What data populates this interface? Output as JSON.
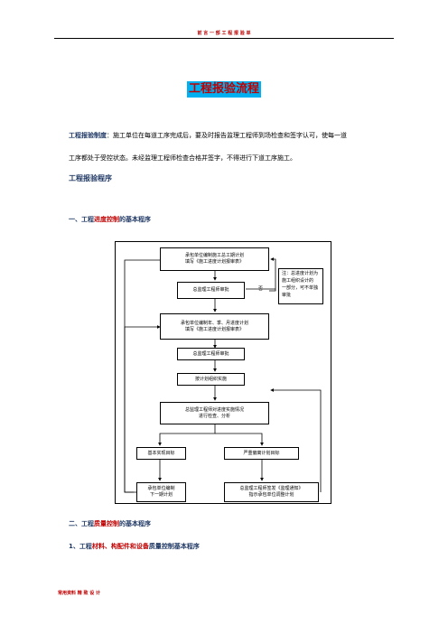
{
  "header": {
    "text": "前 言 一 部 工 程 报 验 单",
    "footer": "常用资料 精 致 设 计"
  },
  "title": "工程报验流程",
  "intro": {
    "term": "工程报验制度",
    "line1": "：施工单位在每道工序完成后，要及时报告监理工程师到场检查和签字认可，使每一道",
    "line2": "工序都处于受控状态。未经监理工程师检查合格并签字，不得进行下道工序施工。"
  },
  "program_heading": "工程报验程序",
  "section1": {
    "prefix": "一、工程",
    "highlight": "进度控制",
    "suffix": "的基本程序"
  },
  "flow": {
    "box1": [
      "承包单位编制施工总工期计划",
      "填写《施工进度计划报审表》"
    ],
    "box2": "总监理工程师审批",
    "box2_label": "否",
    "box3": [
      "承包单位编制年、季、月进度计划",
      "填写《施工进度计划报审表》"
    ],
    "box4": "总监理工程师审批",
    "box5": "按计划组织实施",
    "box6": [
      "总监理工程师对进度实施情况",
      "进行检查、分析"
    ],
    "box7": "基本实现目标",
    "box8": "严重偏离计划目标",
    "box9": [
      "承包单位编制",
      "下一期计划"
    ],
    "box10": [
      "总监理工程师签发《监理通知》",
      "指示承包单位调整计划"
    ],
    "note": [
      "注：总进度计划为",
      "施工组织设计的",
      "一部分，可不单独",
      "审批"
    ]
  },
  "section2": {
    "prefix": "二、工程",
    "highlight": "质量控制",
    "suffix": "的基本程序"
  },
  "section3": {
    "p1": "1、工程",
    "h1": "材料、构配件和设备",
    "p2": "质量控制基本程序"
  }
}
